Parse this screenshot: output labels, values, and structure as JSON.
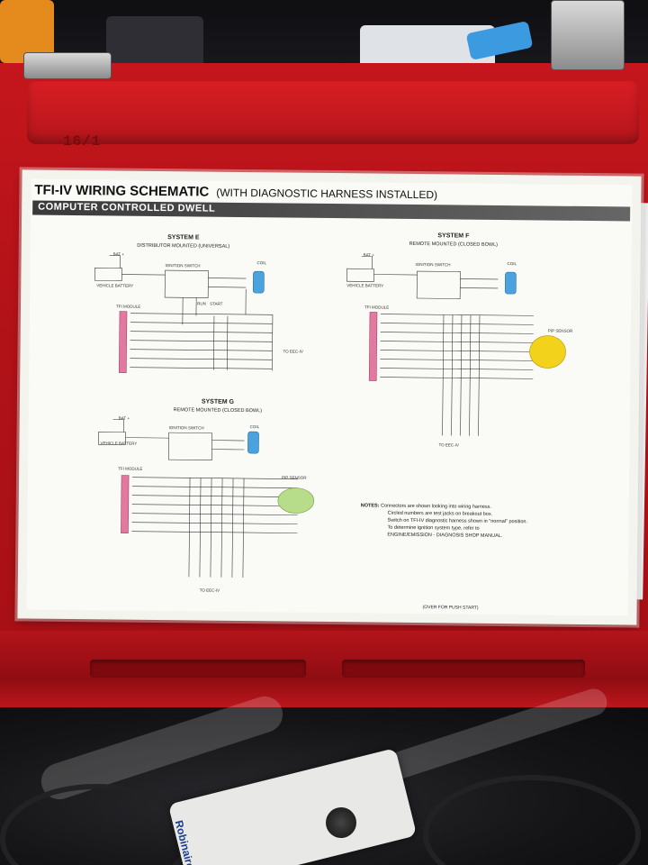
{
  "sheet": {
    "title": "TFI-IV WIRING SCHEMATIC",
    "subtitle": "(WITH DIAGNOSTIC HARNESS INSTALLED)",
    "banner": "COMPUTER CONTROLLED DWELL"
  },
  "systems": {
    "e": {
      "title": "SYSTEM E",
      "sub": "DISTRIBUTOR MOUNTED (UNIVERSAL)"
    },
    "f": {
      "title": "SYSTEM F",
      "sub": "REMOTE MOUNTED (CLOSED BOWL)"
    },
    "g": {
      "title": "SYSTEM G",
      "sub": "REMOTE MOUNTED (CLOSED BOWL)"
    }
  },
  "labels": {
    "bat": "BAT +",
    "vehicle_battery": "VEHICLE BATTERY",
    "ignition_switch": "IGNITION SWITCH",
    "coil": "COIL",
    "run": "RUN",
    "start": "START",
    "tfi_module": "TFI MODULE",
    "to_eec": "TO EEC-IV",
    "pip_sensor": "PIP SENSOR"
  },
  "notes": {
    "heading": "NOTES:",
    "line1": "Connectors are shown looking into wiring harness.",
    "line2": "Circled numbers are test jacks on breakout box.",
    "line3": "Switch on TFI-IV diagnostic harness shown in \"normal\" position.",
    "line4": "To determine ignition system type, refer to",
    "line5": "ENGINE/EMISSION - DIAGNOSIS SHOP MANUAL."
  },
  "footer": "(OVER FOR PUSH START)",
  "case_stamp": "16/1",
  "device_label": "Robinaire",
  "colors": {
    "case_red": "#c4161c",
    "connector_pink": "#e27aa0",
    "coil_blue": "#4aa3df",
    "sensor_yellow": "#f3d21b",
    "sensor_green": "#b8dd8a"
  }
}
